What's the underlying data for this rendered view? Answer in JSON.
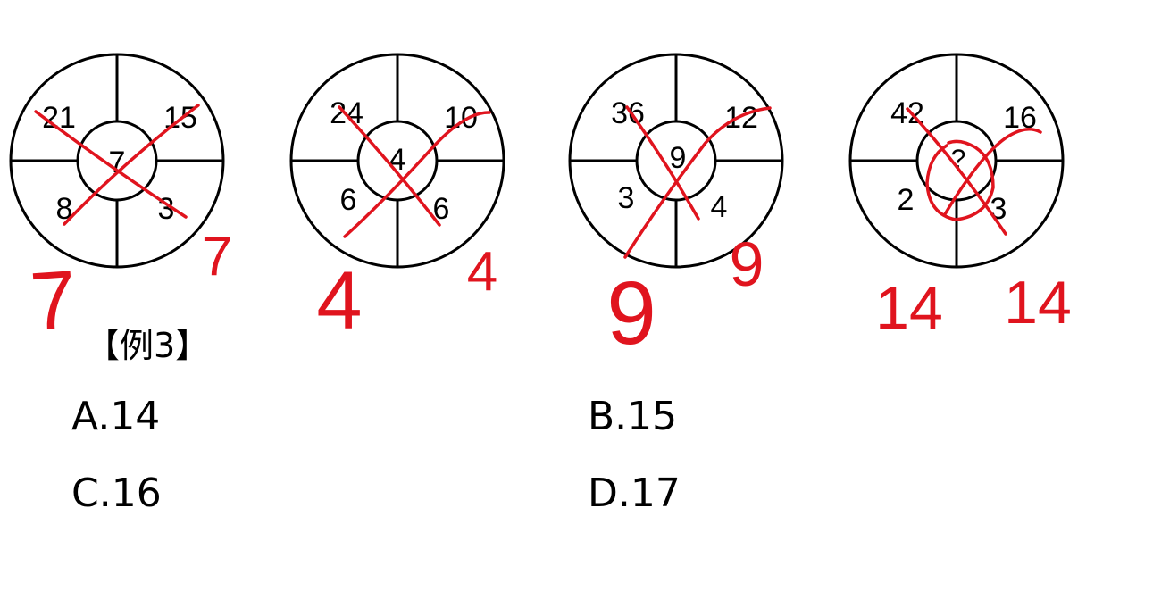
{
  "example_label": "【例3】",
  "circles": [
    {
      "cells": [
        "21",
        "15",
        "8",
        "3"
      ],
      "center": "7"
    },
    {
      "cells": [
        "24",
        "10",
        "6",
        "6"
      ],
      "center": "4"
    },
    {
      "cells": [
        "36",
        "12",
        "3",
        "4"
      ],
      "center": "9"
    },
    {
      "cells": [
        "42",
        "16",
        "2",
        "3"
      ],
      "center": "?"
    }
  ],
  "annotations": [
    [
      "7",
      "7"
    ],
    [
      "4",
      "4"
    ],
    [
      "9",
      "9"
    ],
    [
      "14",
      "14"
    ]
  ],
  "options": {
    "a": "A.14",
    "b": "B.15",
    "c": "C.16",
    "d": "D.17"
  },
  "colors": {
    "ink": "#000000",
    "annotation": "#e0141e"
  }
}
